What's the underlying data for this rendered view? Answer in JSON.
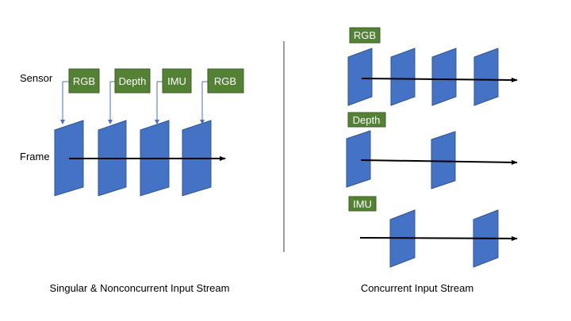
{
  "colors": {
    "frame_fill": "#4472C4",
    "frame_stroke": "#2F5597",
    "sensor_fill": "#548235",
    "sensor_stroke": "#3B5E24",
    "arrow": "#000000",
    "connector": "#4472C4",
    "divider": "#7F7F7F"
  },
  "left": {
    "sensor_label": "Sensor",
    "frame_label": "Frame",
    "sensors": [
      "RGB",
      "Depth",
      "IMU",
      "RGB"
    ],
    "caption": "Singular & Nonconcurrent Input Stream"
  },
  "right": {
    "streams": [
      {
        "label": "RGB",
        "frame_count": 4
      },
      {
        "label": "Depth",
        "frame_count": 2
      },
      {
        "label": "IMU",
        "frame_count": 2
      }
    ],
    "caption": "Concurrent Input Stream"
  }
}
